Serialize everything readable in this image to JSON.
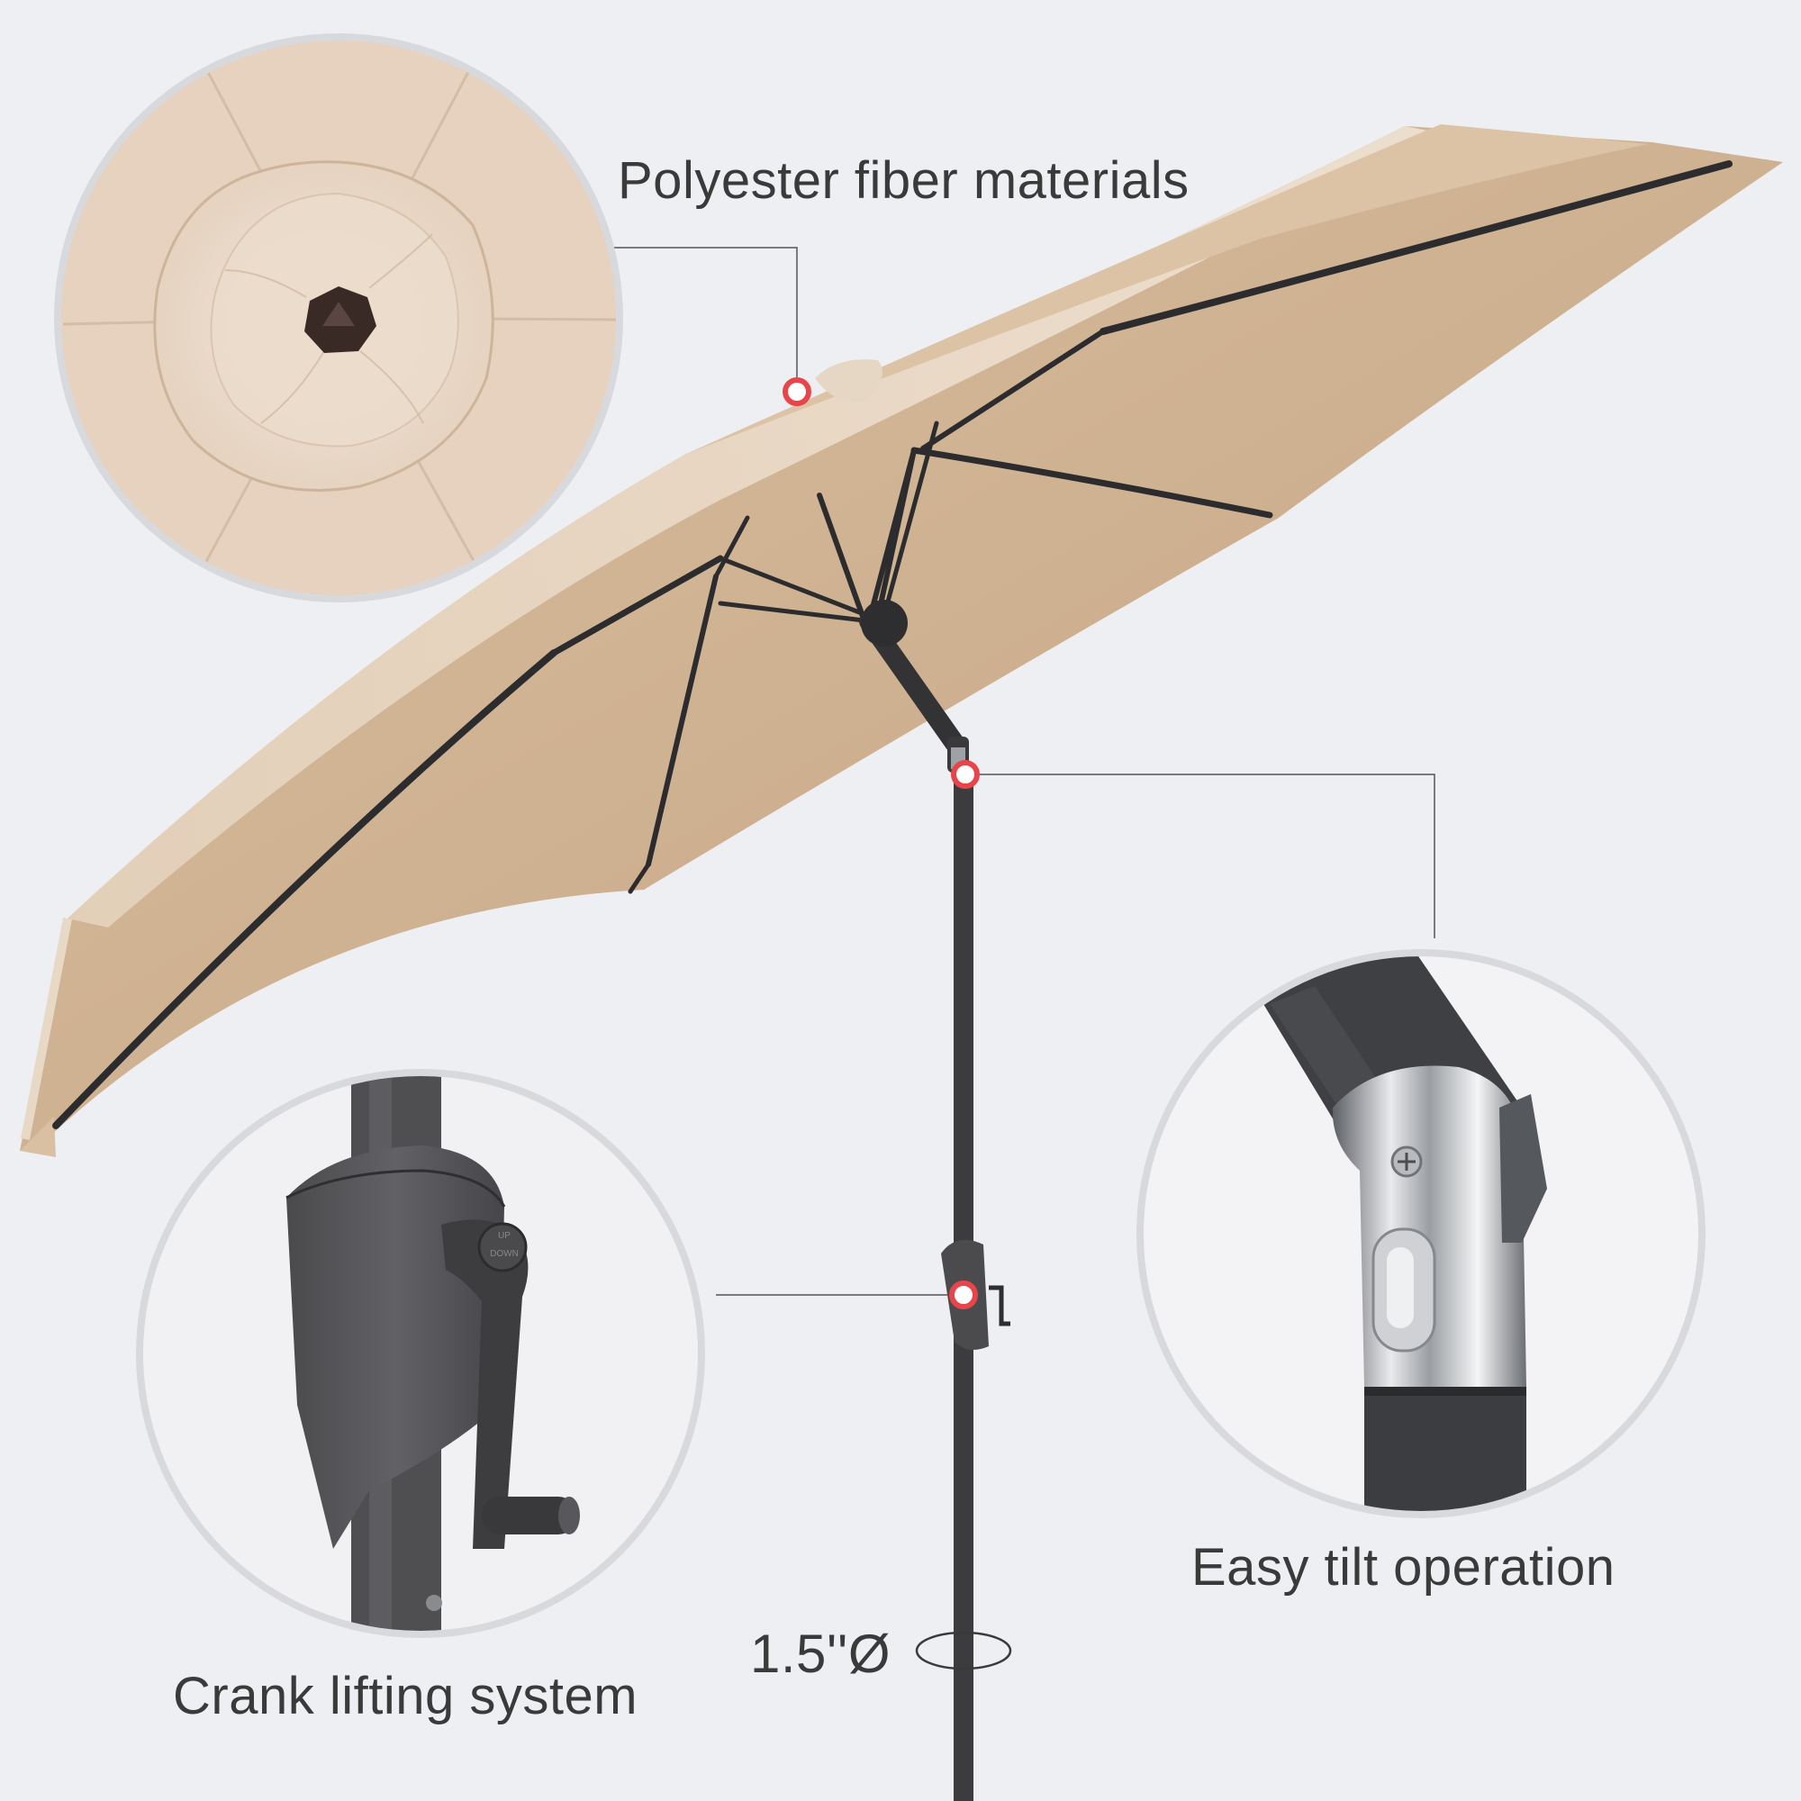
{
  "callouts": {
    "polyester": "Polyester fiber materials",
    "tilt": "Easy tilt operation",
    "crank": "Crank lifting system",
    "diameter": "1.5''Ø"
  },
  "crank_handle_text": {
    "up": "UP",
    "down": "DOWN"
  },
  "colors": {
    "background": "#eeeff3",
    "canopy": "#cdb191",
    "canopy_light": "#ecdcc8",
    "pole": "#3c3c3e",
    "marker": "#e8454b",
    "circle_border": "#d3d4d8"
  }
}
